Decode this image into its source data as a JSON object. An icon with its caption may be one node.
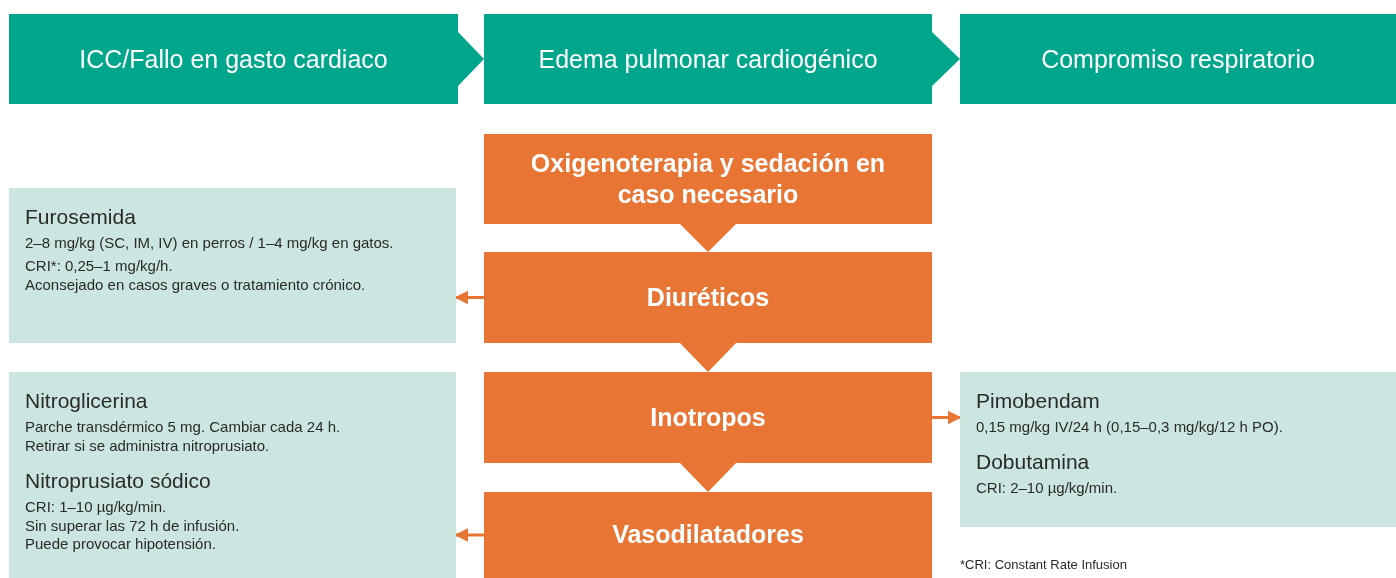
{
  "diagram": {
    "nodes": [
      {
        "text": [
          "ICC/Fallo en gasto cardiaco"
        ]
      },
      {
        "text": [
          "Edema pulmonar cardiogénico"
        ]
      },
      {
        "text": [
          "Compromiso respiratorio"
        ]
      },
      {
        "text": [
          "Oxigenoterapia y sedación en caso necesario"
        ]
      },
      {
        "text": [
          "Diuréticos"
        ]
      },
      {
        "text": [
          "Inotropos"
        ]
      },
      {
        "text": [
          "Vasodilatadores"
        ]
      },
      {
        "text": [
          "Furosemida",
          "2–8 mg/kg (SC, IM, IV) en perros / 1–4 mg/kg en gatos.",
          "CRI*: 0,25–1 mg/kg/h.",
          "Aconsejado en casos graves o tratamiento crónico."
        ]
      },
      {
        "text": [
          "Nitroglicerina",
          "Parche transdérmico 5 mg. Cambiar cada 24 h.",
          "Retirar si se administra nitroprusiato.",
          "Nitroprusiato sódico",
          "CRI: 1–10 µg/kg/min.",
          "Sin superar las 72 h de infusión.",
          "Puede provocar hipotensión."
        ]
      },
      {
        "text": [
          "Pimobendam",
          "0,15 mg/kg IV/24 h (0,15–0,3 mg/kg/12 h PO).",
          "Dobutamina",
          "CRI: 2–10 µg/kg/min."
        ]
      }
    ],
    "edges": [
      {
        "from": 0,
        "to": 1,
        "arrow": "to"
      },
      {
        "from": 1,
        "to": 2,
        "arrow": "to"
      },
      {
        "from": 3,
        "to": 4,
        "arrow": "to"
      },
      {
        "from": 4,
        "to": 5,
        "arrow": "to"
      },
      {
        "from": 5,
        "to": 6,
        "arrow": "to"
      },
      {
        "from": 4,
        "to": 7,
        "arrow": "to"
      },
      {
        "from": 5,
        "to": 9,
        "arrow": "to"
      },
      {
        "from": 6,
        "to": 8,
        "arrow": "to"
      }
    ],
    "labels": [
      "*CRI: Constant Rate Infusion"
    ]
  }
}
